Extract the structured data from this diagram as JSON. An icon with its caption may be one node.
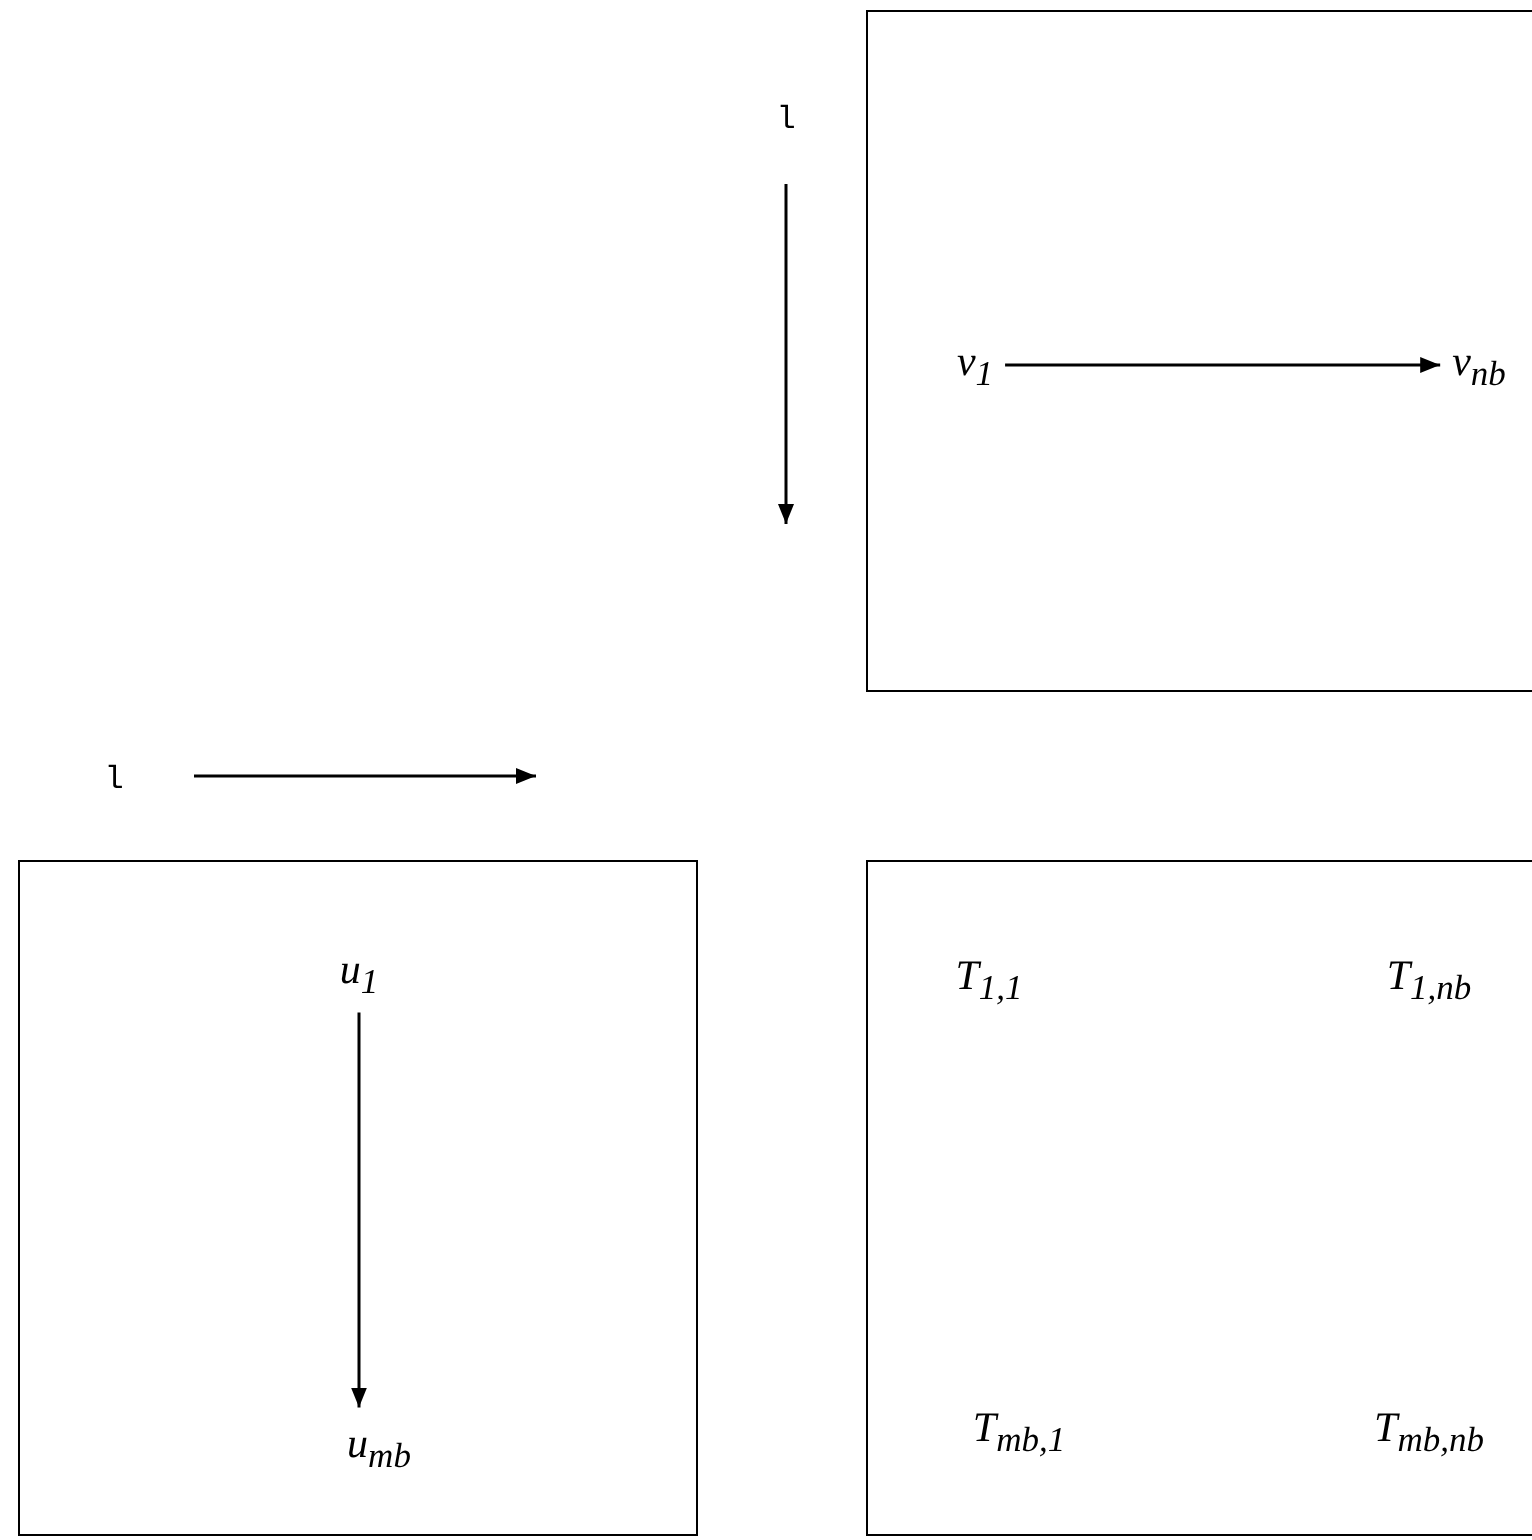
{
  "diagram": {
    "nodes": [
      {
        "text": [],
        "shape": "box"
      },
      {
        "text": [
          "v$_{1}$"
        ],
        "in": 0
      },
      {
        "text": [
          "v$_{nb}$"
        ],
        "in": 0
      },
      {
        "text": [],
        "shape": "box"
      },
      {
        "text": [
          "u$_{1}$"
        ],
        "in": 3
      },
      {
        "text": [
          "u$_{mb}$"
        ],
        "in": 3
      },
      {
        "text": [
          "T$_{1,1}$",
          "T$_{1,nb}$",
          "T$_{mb,1}$",
          "T$_{mb,nb}$"
        ]
      }
    ],
    "edges": [
      {
        "from": 1,
        "to": 2,
        "arrow": "to"
      },
      {
        "from": 4,
        "to": 5,
        "arrow": "to"
      }
    ],
    "labels": [
      "l",
      "l"
    ]
  }
}
